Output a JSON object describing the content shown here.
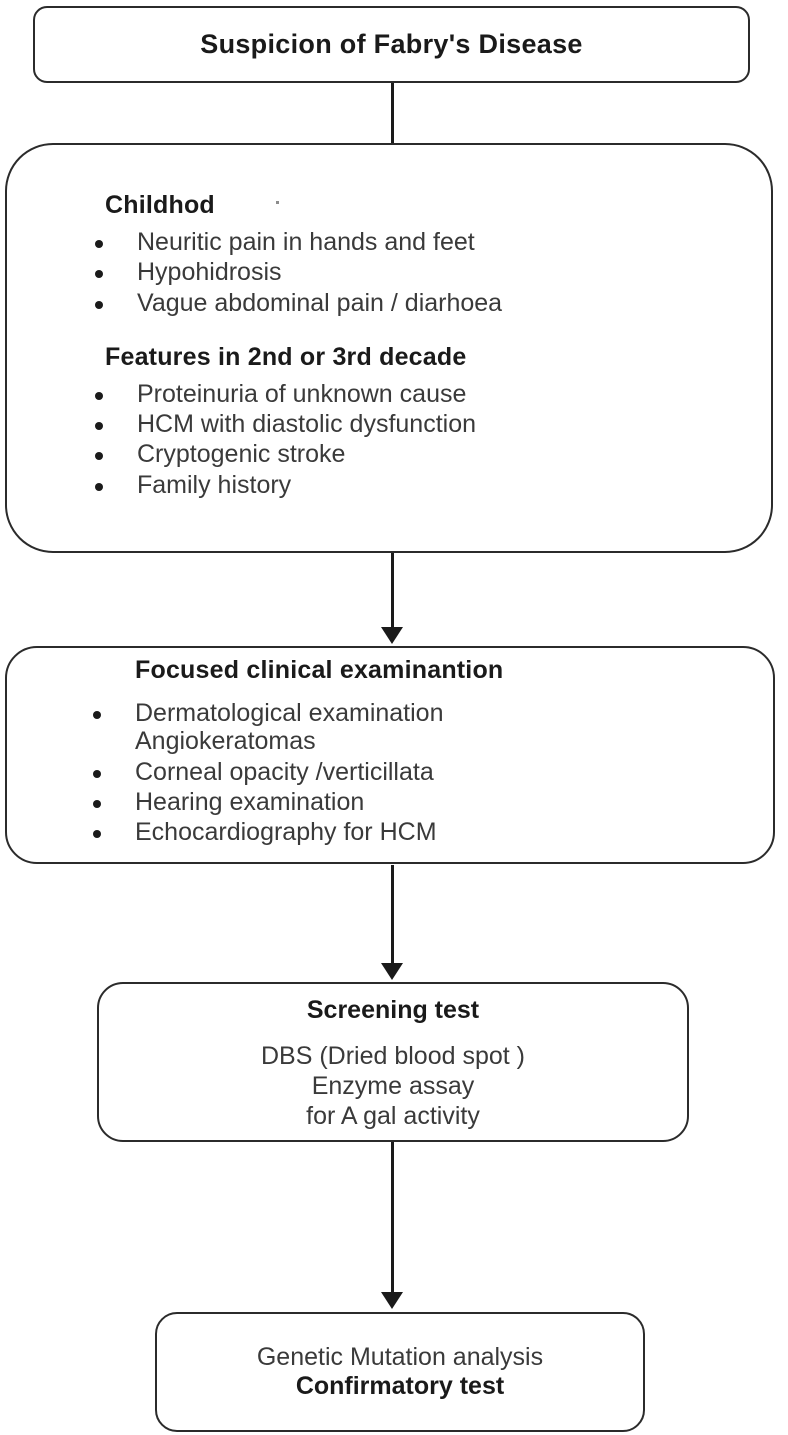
{
  "diagram": {
    "title": "Suspicion of Fabry's Disease diagnostic algorithm",
    "line_color": "#2b2b2b",
    "text_color": "#1a1a1a",
    "background": "#ffffff"
  },
  "nodes": {
    "suspicion": {
      "label": "Suspicion of Fabry's Disease"
    },
    "features": {
      "childhood_heading": "Childhod",
      "childhood_items": [
        "Neuritic pain in hands and feet",
        "Hypohidrosis",
        "Vague abdominal pain / diarhoea"
      ],
      "decade_heading": "Features in 2nd or 3rd decade",
      "decade_items": [
        "Proteinuria of unknown cause",
        "HCM with diastolic dysfunction",
        "Cryptogenic stroke",
        "Family history"
      ]
    },
    "exam": {
      "heading": "Focused clinical examinantion",
      "items": [
        "Dermatological examination\nAngiokeratomas",
        "Corneal opacity /verticillata",
        "Hearing examination",
        "Echocardiography for HCM"
      ]
    },
    "screening": {
      "heading": "Screening test",
      "body": "DBS (Dried blood spot )\nEnzyme assay\nfor A gal activity"
    },
    "genetic": {
      "line1": "Genetic Mutation analysis",
      "line2": "Confirmatory test"
    }
  },
  "connectors": [
    {
      "from": "suspicion",
      "to": "features",
      "arrowhead": false
    },
    {
      "from": "features",
      "to": "exam",
      "arrowhead": true
    },
    {
      "from": "exam",
      "to": "screening",
      "arrowhead": true
    },
    {
      "from": "screening",
      "to": "genetic",
      "arrowhead": true
    }
  ]
}
